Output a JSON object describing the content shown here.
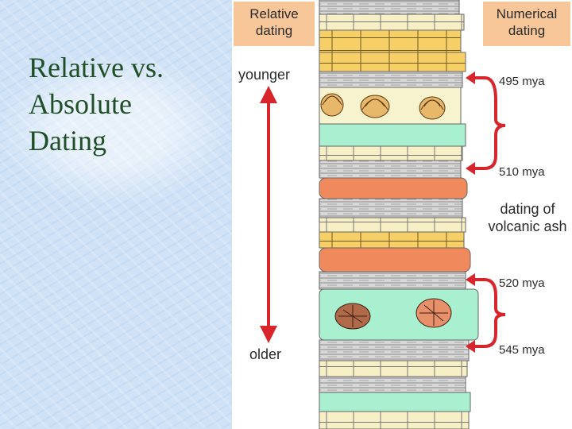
{
  "slide": {
    "title_lines": [
      "Relative vs.",
      "Absolute",
      "Dating"
    ]
  },
  "figure": {
    "relative_header": [
      "Relative",
      "dating"
    ],
    "numerical_header": [
      "Numerical",
      "dating"
    ],
    "younger_label": "younger",
    "older_label": "older",
    "ages": [
      "495 mya",
      "510 mya",
      "520 mya",
      "545 mya"
    ],
    "volcanic_label": [
      "dating of",
      "volcanic ash"
    ],
    "header_color": "#f7c79a",
    "arrow_color": "#d8252b"
  }
}
